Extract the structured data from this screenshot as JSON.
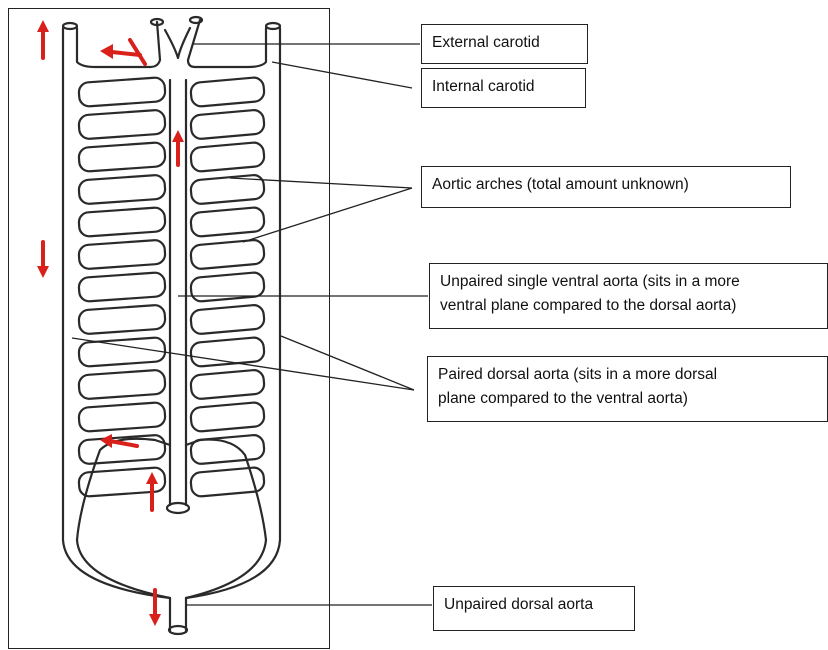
{
  "labels": {
    "external_carotid": "External carotid",
    "internal_carotid": "Internal carotid",
    "aortic_arches": "Aortic arches (total amount unknown)",
    "ventral_aorta_line1": "Unpaired single ventral aorta (sits in a more",
    "ventral_aorta_line2": "ventral plane compared to the dorsal aorta)",
    "dorsal_aorta_paired_line1": "Paired dorsal aorta (sits in a more dorsal",
    "dorsal_aorta_paired_line2": "plane compared to the ventral aorta)",
    "dorsal_aorta_unpaired": "Unpaired dorsal aorta"
  },
  "colors": {
    "vessel_stroke": "#2a2a2a",
    "arrow": "#d9201a",
    "leader_line": "#222222",
    "box_border": "#222222"
  },
  "diagram": {
    "aortic_arch_pairs": 13,
    "flow_arrows": [
      "up",
      "up-left",
      "up",
      "down",
      "left",
      "up",
      "down"
    ]
  }
}
